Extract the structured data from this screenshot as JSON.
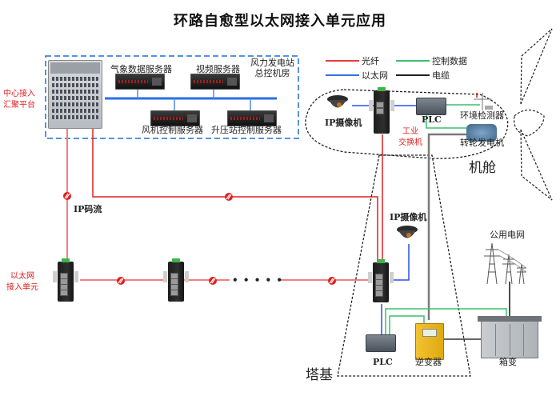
{
  "title": "环路自愈型以太网接入单元应用",
  "legend": {
    "items": [
      {
        "label": "光纤",
        "color": "#e83a3a"
      },
      {
        "label": "控制数据",
        "color": "#3cbf6e"
      },
      {
        "label": "以太网",
        "color": "#3a6fe0"
      },
      {
        "label": "电缆",
        "color": "#222222"
      }
    ]
  },
  "control_room": {
    "label_line1": "风力发电站",
    "label_line2": "总控机房",
    "servers": [
      {
        "label": "气象数据服务器"
      },
      {
        "label": "视频服务器"
      },
      {
        "label": "风机控制服务器"
      },
      {
        "label": "升压站控制服务器"
      }
    ],
    "aggregation_label_line1": "中心接入",
    "aggregation_label_line2": "汇聚平台"
  },
  "ring": {
    "stream_label": "IP码流",
    "access_unit_label_line1": "以太网",
    "access_unit_label_line2": "接入单元",
    "ellipsis": "• • • • •"
  },
  "nacelle": {
    "label": "机舱",
    "camera_label": "IP摄像机",
    "switch_label_line1": "工业",
    "switch_label_line2": "交换机",
    "plc_label": "PLC",
    "env_sensor_label": "环境检测器",
    "generator_label": "转轮发电机"
  },
  "tower_base": {
    "label": "塔基",
    "camera_label": "IP摄像机",
    "plc_label": "PLC",
    "inverter_label": "逆变器",
    "box_transformer_label": "箱变",
    "grid_label": "公用电网"
  },
  "colors": {
    "fiber": "#e83a3a",
    "fiber_light": "#f08080",
    "control": "#3cbf6e",
    "ethernet": "#3a6fe0",
    "cable": "#222222",
    "cable_grey": "#7a7a7a",
    "dashed_box": "#1f6fd6"
  }
}
